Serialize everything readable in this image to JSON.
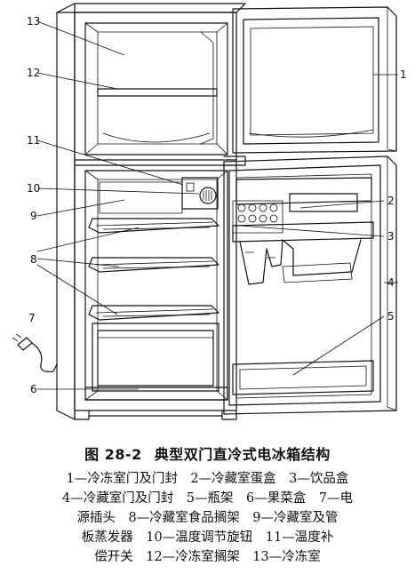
{
  "figure": {
    "number": "图 28-2",
    "title": "典型双门直冷式电冰箱结构",
    "callouts": [
      "1",
      "2",
      "3",
      "4",
      "5",
      "6",
      "7",
      "8",
      "9",
      "10",
      "11",
      "12",
      "13"
    ],
    "legend_rows": [
      "1—冷冻室门及门封　2—冷藏室蛋盒　3—饮品盒",
      "4—冷藏室门及门封　5—瓶架　6—果菜盒　7—电",
      "源插头　8—冷藏室食品搁架　9—冷藏室及管",
      "板蒸发器　10—温度调节旋钮　11—温度补",
      "偿开关　12—冷冻室搁架　13—冷冻室"
    ]
  }
}
